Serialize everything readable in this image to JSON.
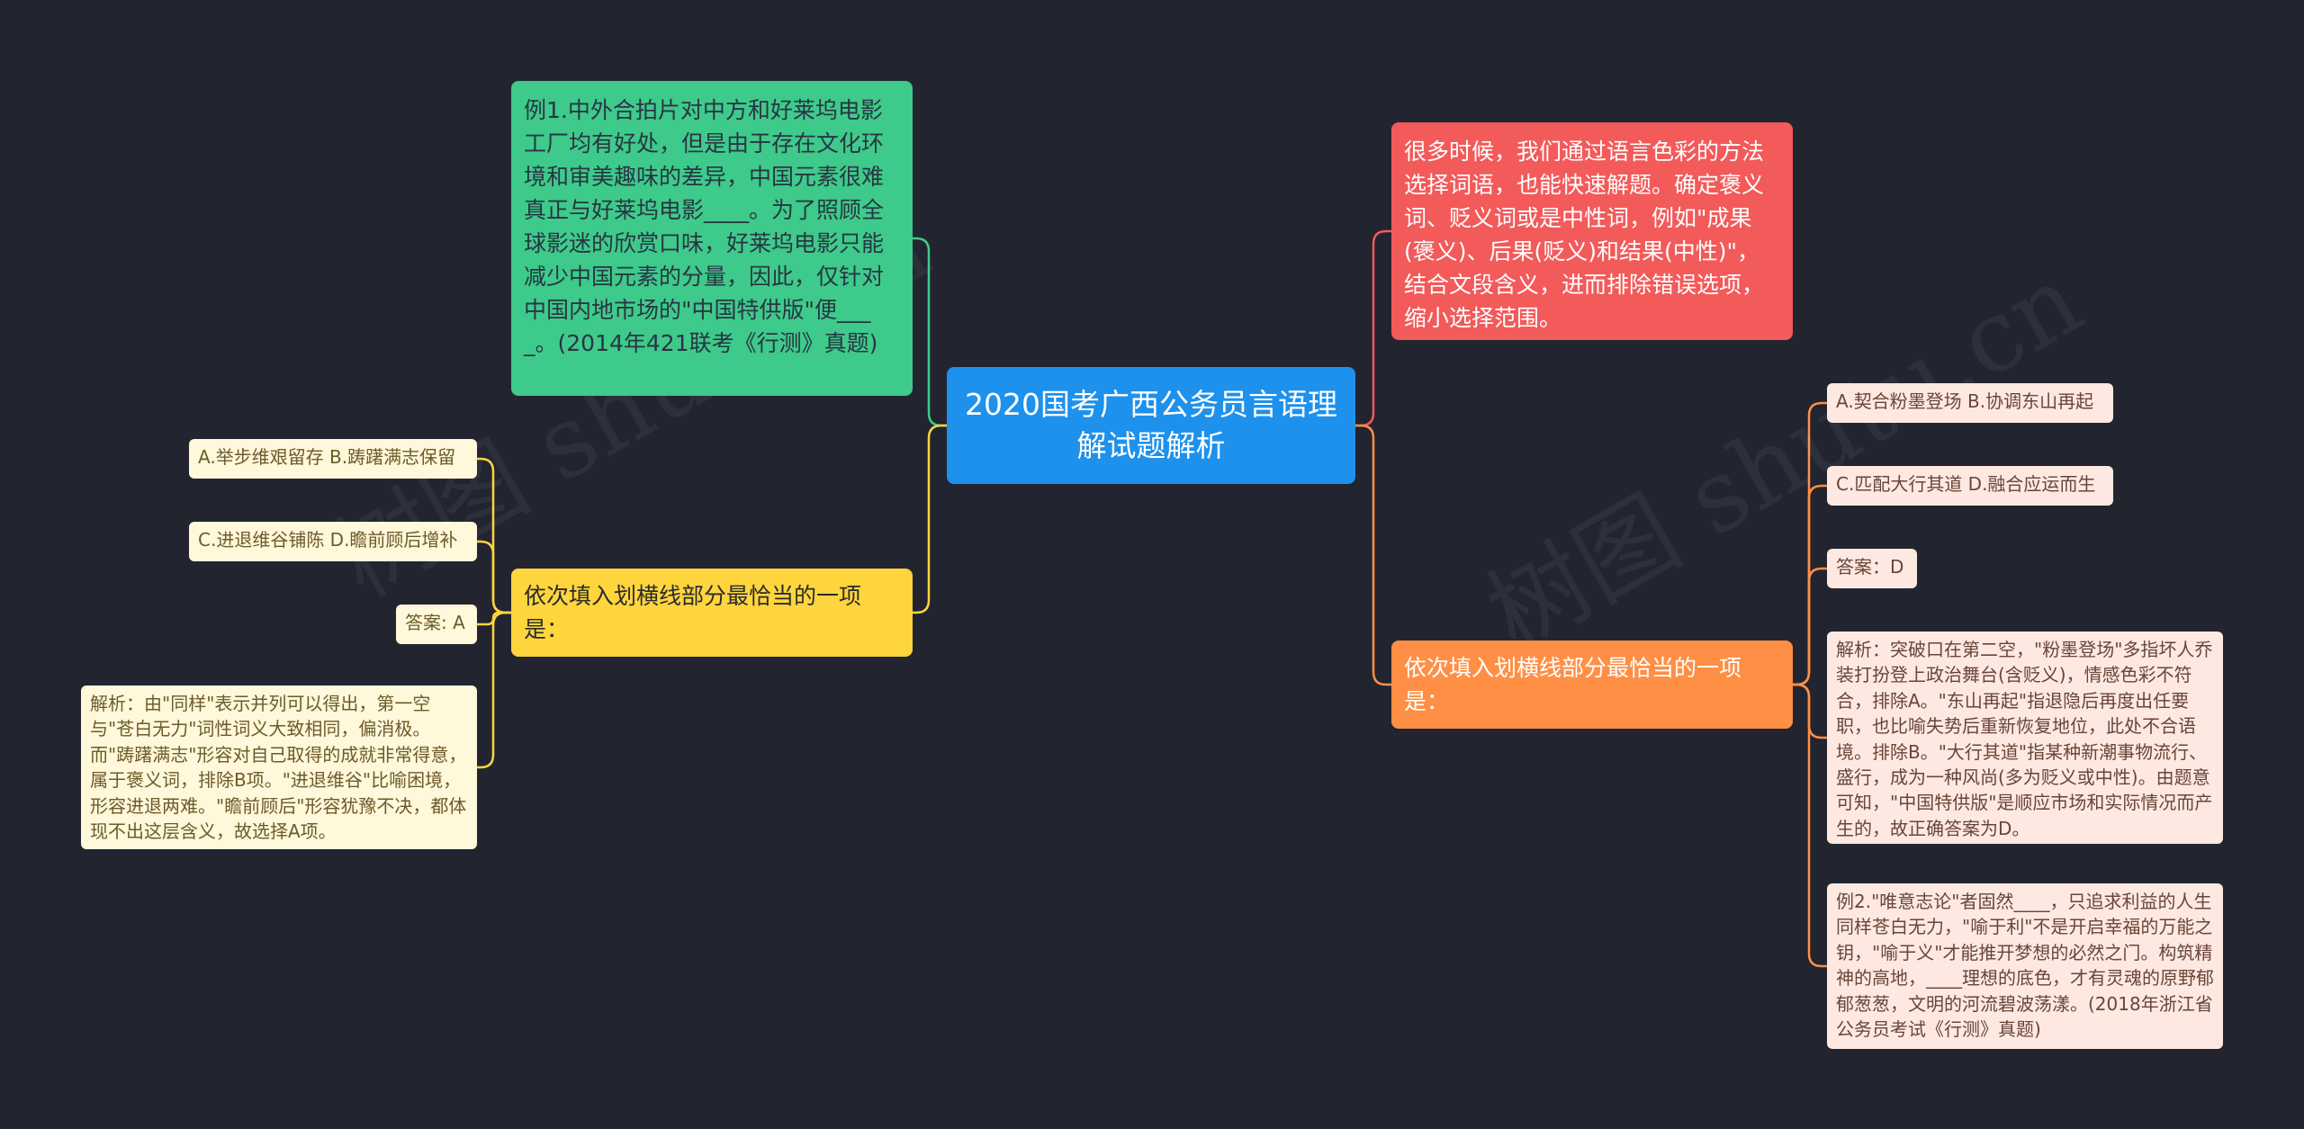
{
  "root": {
    "text": "2020国考广西公务员言语理解试题解析"
  },
  "left": {
    "example": "例1.中外合拍片对中方和好莱坞电影工厂均有好处，但是由于存在文化环境和审美趣味的差异，中国元素很难真正与好莱坞电影____。为了照顾全球影迷的欣赏口味，好莱坞电影只能减少中国元素的分量，因此，仅针对中国内地市场的\"中国特供版\"便____。(2014年421联考《行测》真题)",
    "question": "依次填入划横线部分最恰当的一项是：",
    "options": [
      "A.举步维艰留存 B.踌躇满志保留",
      "C.进退维谷铺陈 D.瞻前顾后增补"
    ],
    "answer": "答案: A",
    "analysis": "解析：由\"同样\"表示并列可以得出，第一空与\"苍白无力\"词性词义大致相同，偏消极。而\"踌躇满志\"形容对自己取得的成就非常得意，属于褒义词，排除B项。\"进退维谷\"比喻困境，形容进退两难。\"瞻前顾后\"形容犹豫不决，都体现不出这层含义，故选择A项。"
  },
  "right": {
    "tip": "很多时候，我们通过语言色彩的方法选择词语，也能快速解题。确定褒义词、贬义词或是中性词，例如\"成果(褒义)、后果(贬义)和结果(中性)\"，结合文段含义，进而排除错误选项，缩小选择范围。",
    "question": "依次填入划横线部分最恰当的一项是：",
    "options": [
      "A.契合粉墨登场 B.协调东山再起",
      "C.匹配大行其道 D.融合应运而生"
    ],
    "answer": "答案：D",
    "analysis": "解析：突破口在第二空，\"粉墨登场\"多指坏人乔装打扮登上政治舞台(含贬义)，情感色彩不符合，排除A。\"东山再起\"指退隐后再度出任要职，也比喻失势后重新恢复地位，此处不合语境。排除B。\"大行其道\"指某种新潮事物流行、盛行，成为一种风尚(多为贬义或中性)。由题意可知，\"中国特供版\"是顺应市场和实际情况而产生的，故正确答案为D。",
    "example2": "例2.\"唯意志论\"者固然____，只追求利益的人生同样苍白无力，\"喻于利\"不是开启幸福的万能之钥，\"喻于义\"才能推开梦想的必然之门。构筑精神的高地，____理想的底色，才有灵魂的原野郁郁葱葱，文明的河流碧波荡漾。(2018年浙江省公务员考试《行测》真题)"
  },
  "colors": {
    "background": "#222530",
    "root": "#1E91EC",
    "left_branch": "#FFD53E",
    "right_branch": "#FF8F45",
    "example_green": "#3ECA8A",
    "tip_red": "#F35A5A"
  }
}
